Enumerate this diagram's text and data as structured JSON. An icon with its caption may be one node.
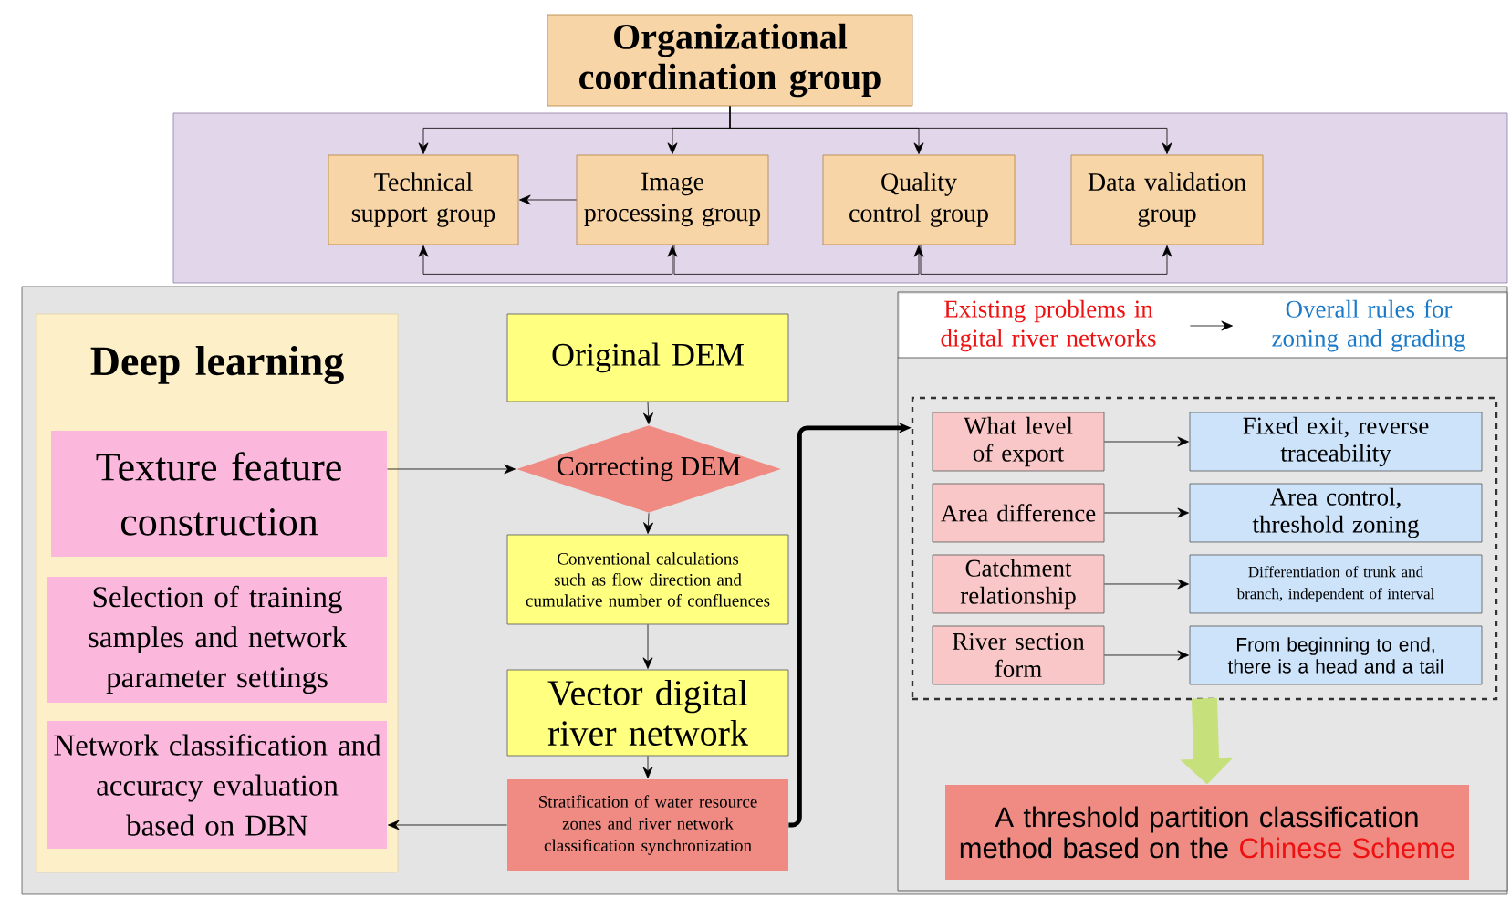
{
  "diagram": {
    "nodes": [
      {
        "text": [
          "Organizational coordination group"
        ]
      },
      {
        "text": [],
        "shape": "box"
      },
      {
        "text": [
          "Technical support group"
        ],
        "in": 1
      },
      {
        "text": [
          "Image processing group"
        ],
        "in": 1
      },
      {
        "text": [
          "Quality control group"
        ],
        "in": 1
      },
      {
        "text": [
          "Data validation group"
        ],
        "in": 1
      },
      {
        "text": [],
        "shape": "box"
      },
      {
        "text": [
          "Deep learning"
        ],
        "in": 6
      },
      {
        "text": [
          "Texture feature construction"
        ],
        "in": 7
      },
      {
        "text": [
          "Selection of training samples and network parameter settings"
        ],
        "in": 7
      },
      {
        "text": [
          "Network classification and accuracy evaluation based on DBN"
        ],
        "in": 7
      },
      {
        "text": [
          "Original DEM"
        ],
        "in": 6
      },
      {
        "text": [
          "Correcting DEM"
        ],
        "in": 6
      },
      {
        "text": [
          "Conventional calculations such as flow direction and cumulative number of confluences"
        ],
        "in": 6
      },
      {
        "text": [
          "Vector digital river network"
        ],
        "in": 6
      },
      {
        "text": [
          "Stratification of water resource zones and river network classification synchronization"
        ],
        "in": 6
      },
      {
        "text": [],
        "shape": "box",
        "in": 6
      },
      {
        "text": [
          "Existing problems in digital river networks"
        ],
        "in": 16
      },
      {
        "text": [
          "Overall rules for zoning and grading"
        ],
        "in": 16
      },
      {
        "text": [],
        "shape": "box",
        "in": 16
      },
      {
        "text": [
          "What level of export"
        ],
        "in": 19
      },
      {
        "text": [
          "Fixed exit, reverse traceability"
        ],
        "in": 19
      },
      {
        "text": [
          "Area difference"
        ],
        "in": 19
      },
      {
        "text": [
          "Area control, threshold zoning"
        ],
        "in": 19
      },
      {
        "text": [
          "Catchment relationship"
        ],
        "in": 19
      },
      {
        "text": [
          "Differentiation of trunk and branch, independent of interval"
        ],
        "in": 19
      },
      {
        "text": [
          "River section form"
        ],
        "in": 19
      },
      {
        "text": [
          "From beginning to end, there is a head and a tail"
        ],
        "in": 19
      },
      {
        "text": [
          "A threshold partition classification method based on the",
          "Chinese Scheme"
        ],
        "in": 16
      }
    ],
    "edges": [
      {
        "from": 0,
        "to": 2,
        "arrow": "to"
      },
      {
        "from": 0,
        "to": 3,
        "arrow": "to"
      },
      {
        "from": 0,
        "to": 4,
        "arrow": "to"
      },
      {
        "from": 0,
        "to": 5,
        "arrow": "to"
      },
      {
        "from": 3,
        "to": 2,
        "arrow": "to"
      },
      {
        "from": 2,
        "to": 3,
        "arrow": "both"
      },
      {
        "from": 3,
        "to": 4,
        "arrow": "to"
      },
      {
        "from": 4,
        "to": 5,
        "arrow": "to"
      },
      {
        "from": 11,
        "to": 12,
        "arrow": "to"
      },
      {
        "from": 12,
        "to": 13,
        "arrow": "to"
      },
      {
        "from": 13,
        "to": 14,
        "arrow": "to"
      },
      {
        "from": 14,
        "to": 15,
        "arrow": "to"
      },
      {
        "from": 8,
        "to": 12,
        "arrow": "to"
      },
      {
        "from": 15,
        "to": 10,
        "arrow": "to"
      },
      {
        "from": 15,
        "to": 19,
        "arrow": "to",
        "style": "thick"
      },
      {
        "from": 17,
        "to": 18,
        "arrow": "to"
      },
      {
        "from": 20,
        "to": 21,
        "arrow": "to"
      },
      {
        "from": 22,
        "to": 23,
        "arrow": "to"
      },
      {
        "from": 24,
        "to": 25,
        "arrow": "to"
      },
      {
        "from": 26,
        "to": 27,
        "arrow": "to"
      },
      {
        "from": 19,
        "to": 28,
        "arrow": "to",
        "style": "thick",
        "color": "#c6e07c"
      }
    ]
  }
}
